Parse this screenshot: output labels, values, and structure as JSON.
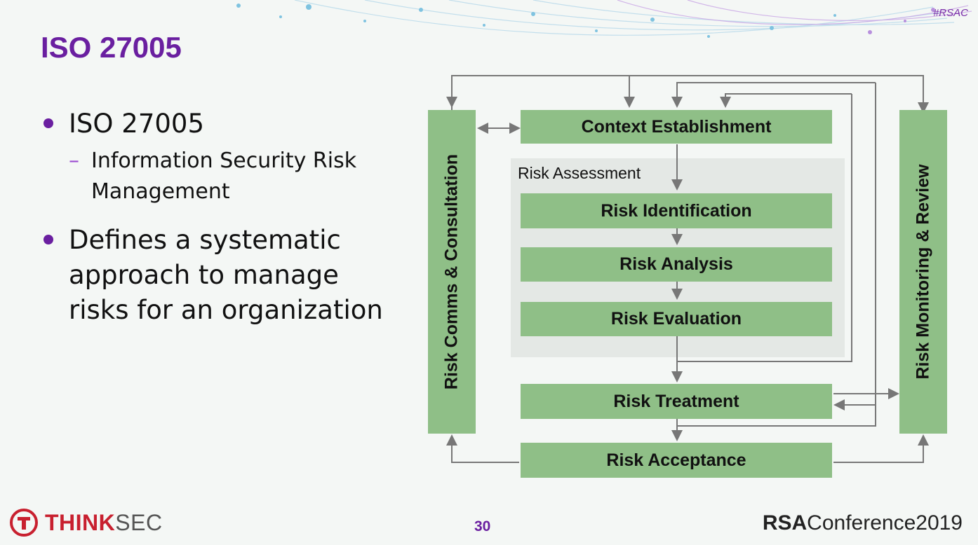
{
  "slide": {
    "hashtag": "#RSAC",
    "title": "ISO 27005",
    "page_number": "30"
  },
  "bullets": [
    {
      "text": "ISO 27005",
      "sub": "Information Security Risk Management"
    },
    {
      "text": "Defines a systematic approach to manage risks for an organization"
    }
  ],
  "diagram": {
    "side_left": "Risk Comms & Consultation",
    "side_right": "Risk Monitoring & Review",
    "context": "Context Establishment",
    "assessment_label": "Risk Assessment",
    "identification": "Risk Identification",
    "analysis": "Risk Analysis",
    "evaluation": "Risk Evaluation",
    "treatment": "Risk Treatment",
    "acceptance": "Risk Acceptance",
    "box_color": "#8fbf87",
    "line_color": "#777777"
  },
  "footer": {
    "logo_think": "THINK",
    "logo_sec": "SEC",
    "conference_brand": "RSA",
    "conference_text": "Conference2019"
  },
  "colors": {
    "title": "#6a1fa0",
    "bullet_dot": "#6a1fa0",
    "logo_red": "#c8202f"
  }
}
